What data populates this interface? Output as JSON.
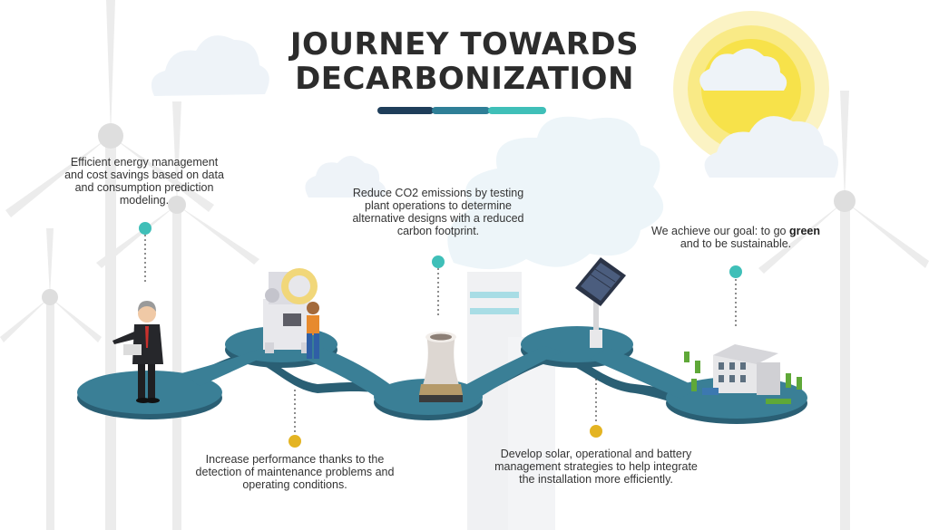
{
  "title": {
    "line1": "JOURNEY TOWARDS",
    "line2": "DECARBONIZATION"
  },
  "colors": {
    "path": "#3a7f96",
    "path_dark": "#2a5f74",
    "teal_dot": "#3fbfb8",
    "gold_dot": "#e4b422",
    "bar_dark": "#1f3e5a",
    "bar_mid": "#2f7f97",
    "bar_light": "#3fbfb8",
    "turbine": "#ececec",
    "cloud": "#eef3f8",
    "sun": "#f7e24a"
  },
  "steps": [
    {
      "id": "energy-management",
      "text": "Efficient energy management and cost savings based on data and consumption prediction modeling.",
      "dot_color": "teal",
      "illustration": "engineer-with-tablet"
    },
    {
      "id": "performance",
      "text": "Increase performance thanks to the detection of maintenance problems and operating conditions.",
      "dot_color": "gold",
      "illustration": "press-machine-with-worker"
    },
    {
      "id": "co2-reduction",
      "text": "Reduce CO2 emissions by testing plant operations to determine alternative designs with a reduced carbon footprint.",
      "dot_color": "teal",
      "illustration": "cooling-tower"
    },
    {
      "id": "solar-strategy",
      "text": "Develop solar, operational and battery management strategies to help integrate the installation more efficiently.",
      "dot_color": "gold",
      "illustration": "solar-panel"
    },
    {
      "id": "goal",
      "text_before": "We achieve our goal: to go ",
      "text_bold": "green",
      "text_after": " and to be sustainable.",
      "dot_color": "teal",
      "illustration": "green-factory"
    }
  ]
}
